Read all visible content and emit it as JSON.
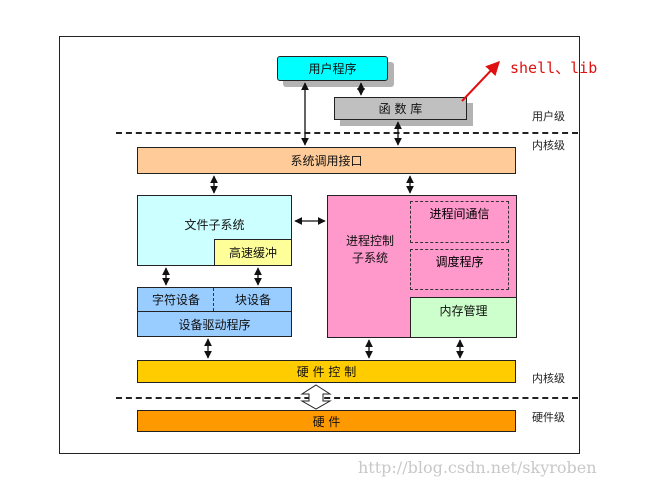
{
  "boxes": {
    "user_program": "用户程序",
    "library": "函 数 库",
    "syscall_interface": "系统调用接口",
    "file_subsystem": "文件子系统",
    "buffer_cache": "高速缓冲",
    "char_device": "字符设备",
    "block_device": "块设备",
    "device_driver": "设备驱动程序",
    "process_control_line1": "进程控制",
    "process_control_line2": "子系统",
    "ipc": "进程间通信",
    "scheduler": "调度程序",
    "memory_mgmt": "内存管理",
    "hardware_control": "硬  件  控  制",
    "hardware": "硬          件"
  },
  "levels": {
    "user_level": "用户级",
    "kernel_level_top": "内核级",
    "kernel_level_bottom": "内核级",
    "hardware_level": "硬件级"
  },
  "annotation": "shell、lib",
  "watermark": "http://blog.csdn.net/skyroben",
  "colors": {
    "user_program": "#00ffff",
    "library": "#c0c0c0",
    "syscall_interface": "#ffcc99",
    "file_subsystem": "#ccffff",
    "buffer_cache": "#ffff99",
    "device": "#99ccff",
    "process_control": "#ff99cc",
    "memory_mgmt": "#ccffcc",
    "hardware_control": "#ffcc00",
    "hardware": "#ff9900",
    "annotation": "#e01010"
  }
}
